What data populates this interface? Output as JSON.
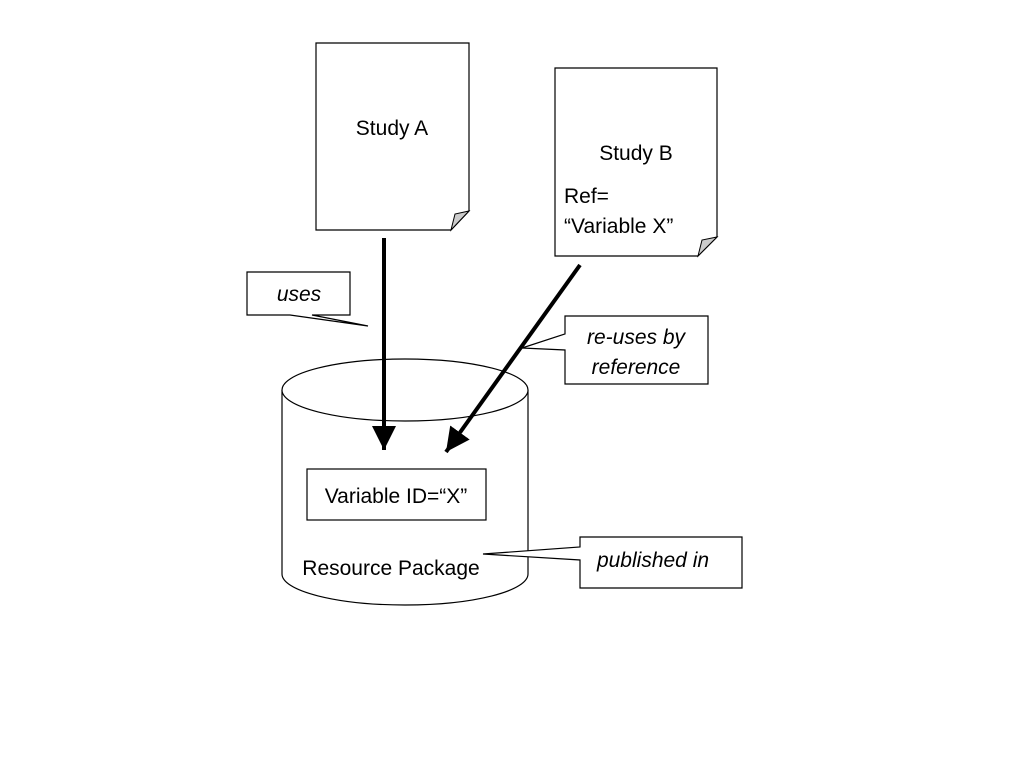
{
  "documents": {
    "study_a": {
      "title": "Study A"
    },
    "study_b": {
      "title": "Study B",
      "ref_line1": "Ref=",
      "ref_line2": "“Variable X”"
    }
  },
  "repository": {
    "variable_label": "Variable ID=“X”",
    "package_label": "Resource Package"
  },
  "callouts": {
    "uses": "uses",
    "reuses_line1": "re-uses by",
    "reuses_line2": "reference",
    "published_in": "published in"
  },
  "colors": {
    "stroke": "#000000",
    "fill": "#ffffff",
    "fold": "#cccccc"
  }
}
